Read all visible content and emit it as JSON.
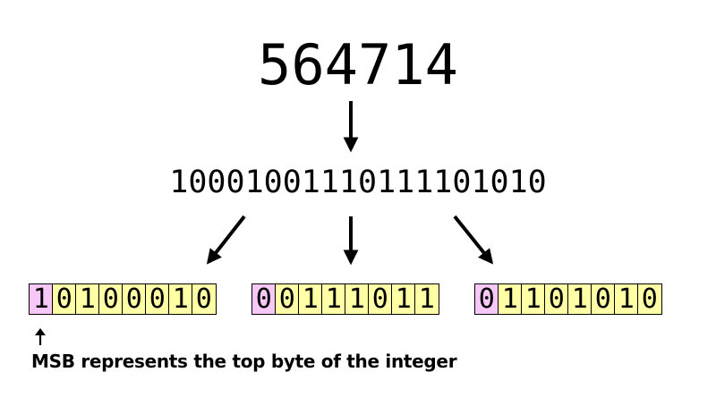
{
  "integer": "564714",
  "binary": "10001001110111101010",
  "bytes": [
    {
      "bits": [
        "1",
        "0",
        "1",
        "0",
        "0",
        "0",
        "1",
        "0"
      ]
    },
    {
      "bits": [
        "0",
        "0",
        "1",
        "1",
        "1",
        "0",
        "1",
        "1"
      ]
    },
    {
      "bits": [
        "0",
        "1",
        "1",
        "0",
        "1",
        "0",
        "1",
        "0"
      ]
    }
  ],
  "note": "MSB represents the top byte of the integer",
  "colors": {
    "msb_cell": "#f7c8f7",
    "bit_cell": "#ffffa6"
  }
}
